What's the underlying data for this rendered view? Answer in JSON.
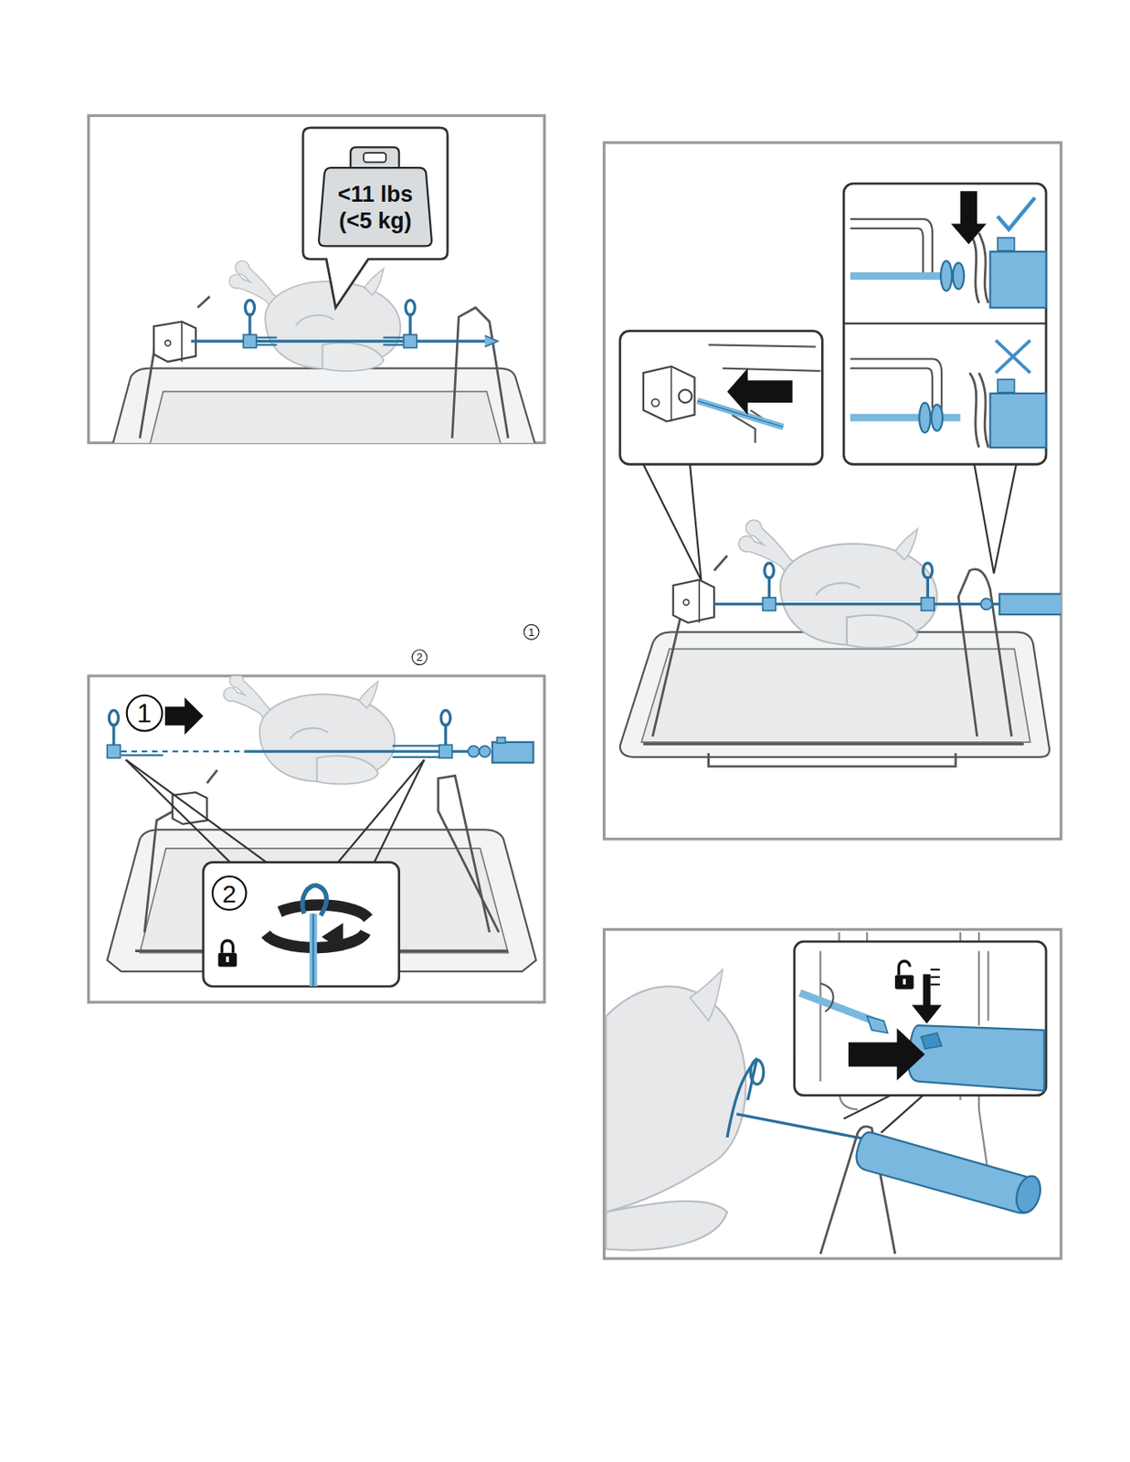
{
  "diagram": {
    "nodes": [
      {
        "text": [
          "<11 lbs",
          "(<5 kg)"
        ]
      }
    ],
    "labels": [
      "1",
      "2",
      "1",
      "2"
    ]
  }
}
